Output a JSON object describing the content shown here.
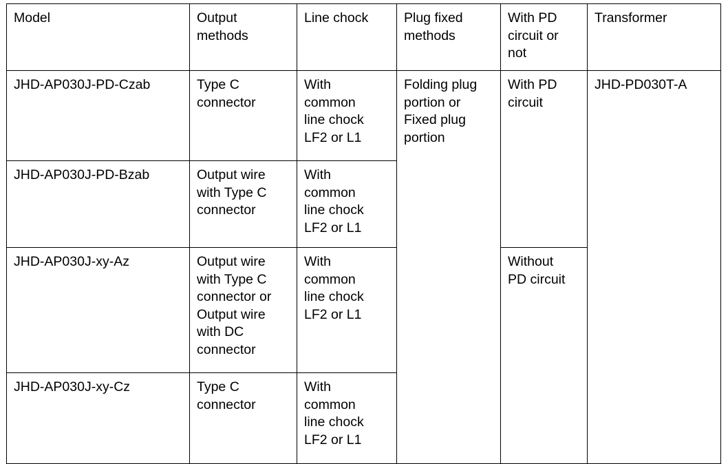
{
  "table": {
    "name": "model-specification-table",
    "columns": [
      "Model",
      "Output\nmethods",
      "Line chock",
      "Plug fixed\nmethods",
      "With PD\ncircuit or\nnot",
      "Transformer"
    ],
    "rows": [
      {
        "model": "JHD-AP030J-PD-Czab",
        "output_methods": "Type C\nconnector",
        "line_chock": "With\ncommon\nline chock\nLF2 or L1"
      },
      {
        "model": "JHD-AP030J-PD-Bzab",
        "output_methods": "Output wire\nwith Type C\nconnector",
        "line_chock": "With\ncommon\nline chock\nLF2 or L1"
      },
      {
        "model": "JHD-AP030J-xy-Az",
        "output_methods": "Output wire\nwith Type C\nconnector or\nOutput wire\nwith DC\nconnector",
        "line_chock": "With\ncommon\nline chock\nLF2 or L1"
      },
      {
        "model": "JHD-AP030J-xy-Cz",
        "output_methods": "Type C\nconnector",
        "line_chock": "With\ncommon\nline chock\nLF2 or L1"
      }
    ],
    "merged_cells": {
      "plug_fixed_methods": "Folding plug\nportion or\nFixed plug\nportion",
      "pd_circuit_rows_1_2": "With PD\ncircuit",
      "pd_circuit_rows_3_4": "Without\nPD circuit",
      "transformer": "JHD-PD030T-A"
    }
  },
  "colors": {
    "background": "#ffffff",
    "text": "#000000",
    "border": "#000000"
  }
}
